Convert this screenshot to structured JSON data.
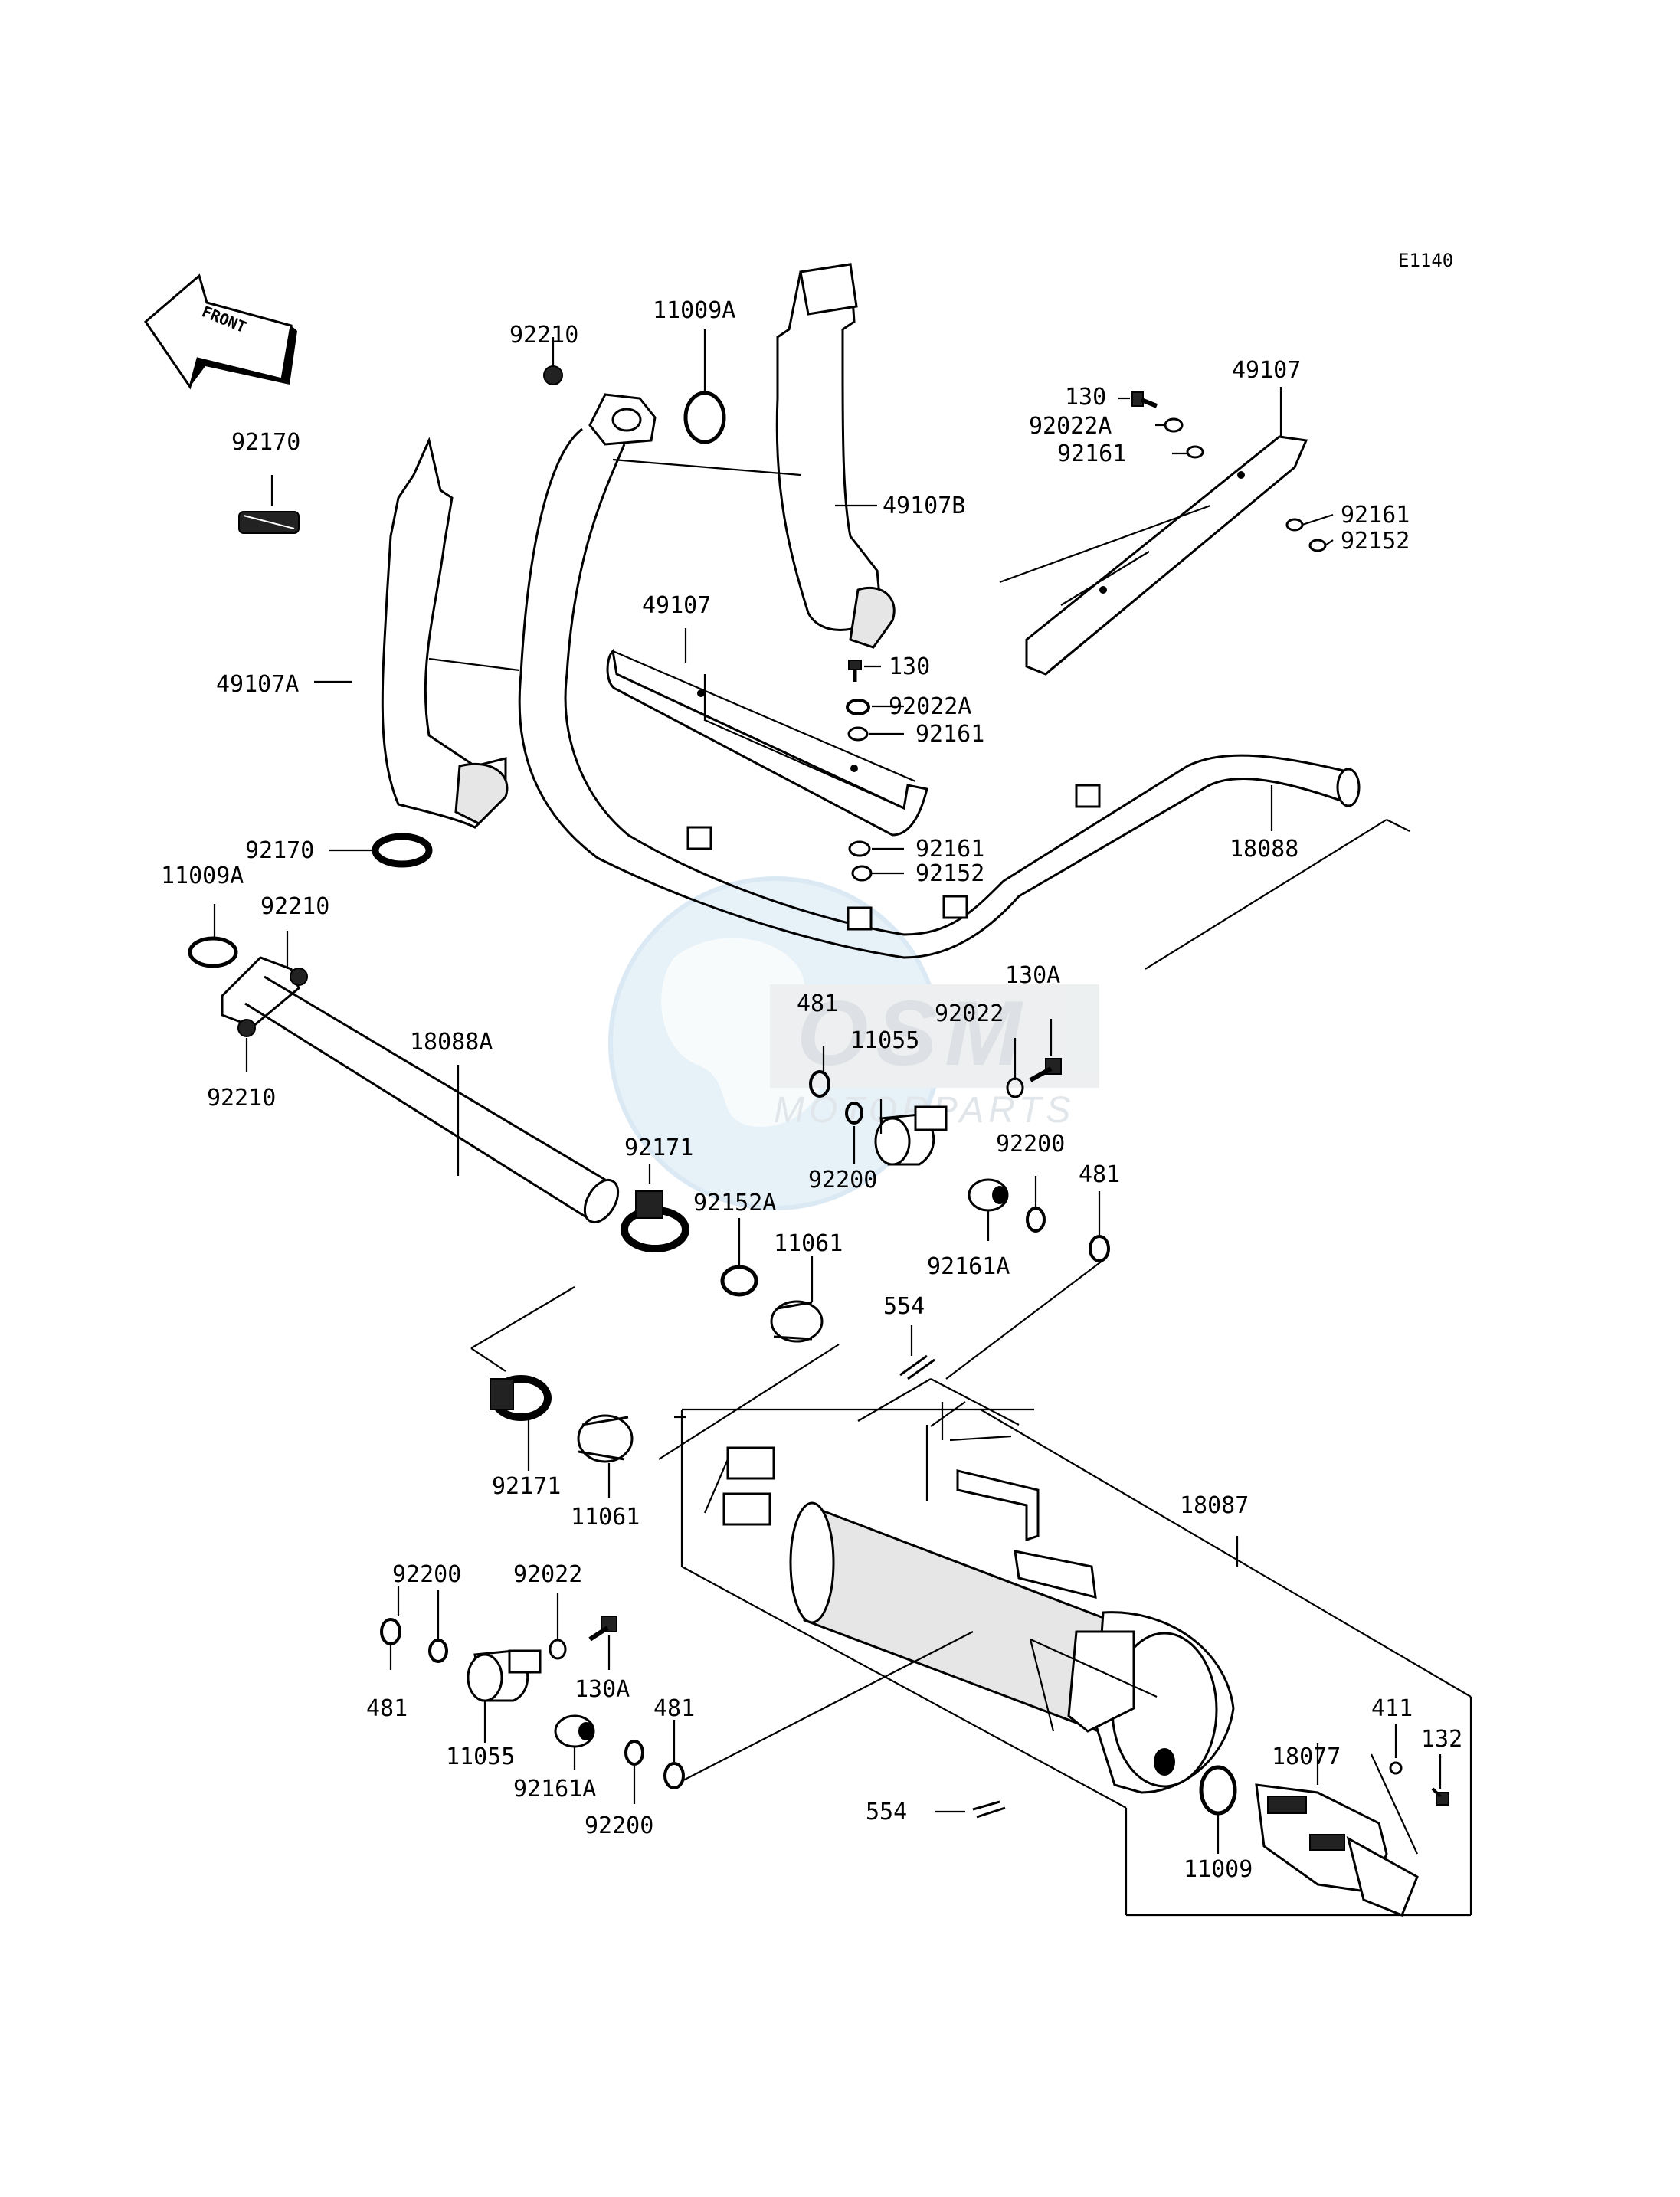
{
  "diagram_code": "E1140",
  "front_label": "FRONT",
  "watermark": {
    "brand": "OSM",
    "sub": "MOTORPARTS"
  },
  "labels": [
    {
      "id": "l01",
      "text": "92210"
    },
    {
      "id": "l02",
      "text": "11009A"
    },
    {
      "id": "l03",
      "text": "130"
    },
    {
      "id": "l04",
      "text": "49107"
    },
    {
      "id": "l05",
      "text": "92022A"
    },
    {
      "id": "l06",
      "text": "92161"
    },
    {
      "id": "l07",
      "text": "92170"
    },
    {
      "id": "l08",
      "text": "49107B"
    },
    {
      "id": "l09",
      "text": "92161"
    },
    {
      "id": "l10",
      "text": "92152"
    },
    {
      "id": "l11",
      "text": "49107"
    },
    {
      "id": "l12",
      "text": "130"
    },
    {
      "id": "l13",
      "text": "49107A"
    },
    {
      "id": "l14",
      "text": "92022A"
    },
    {
      "id": "l15",
      "text": "92161"
    },
    {
      "id": "l16",
      "text": "92170"
    },
    {
      "id": "l17",
      "text": "92161"
    },
    {
      "id": "l18",
      "text": "18088"
    },
    {
      "id": "l19",
      "text": "11009A"
    },
    {
      "id": "l20",
      "text": "92152"
    },
    {
      "id": "l21",
      "text": "92210"
    },
    {
      "id": "l22",
      "text": "130A"
    },
    {
      "id": "l23",
      "text": "481"
    },
    {
      "id": "l24",
      "text": "92022"
    },
    {
      "id": "l25",
      "text": "18088A"
    },
    {
      "id": "l26",
      "text": "11055"
    },
    {
      "id": "l27",
      "text": "92210"
    },
    {
      "id": "l28",
      "text": "92171"
    },
    {
      "id": "l29",
      "text": "92200"
    },
    {
      "id": "l30",
      "text": "481"
    },
    {
      "id": "l31",
      "text": "92200"
    },
    {
      "id": "l32",
      "text": "92152A"
    },
    {
      "id": "l33",
      "text": "11061"
    },
    {
      "id": "l34",
      "text": "92161A"
    },
    {
      "id": "l35",
      "text": "554"
    },
    {
      "id": "l36",
      "text": "92171"
    },
    {
      "id": "l37",
      "text": "18087"
    },
    {
      "id": "l38",
      "text": "11061"
    },
    {
      "id": "l39",
      "text": "92200"
    },
    {
      "id": "l40",
      "text": "92022"
    },
    {
      "id": "l41",
      "text": "130A"
    },
    {
      "id": "l42",
      "text": "481"
    },
    {
      "id": "l43",
      "text": "481"
    },
    {
      "id": "l44",
      "text": "411"
    },
    {
      "id": "l45",
      "text": "132"
    },
    {
      "id": "l46",
      "text": "11055"
    },
    {
      "id": "l47",
      "text": "18077"
    },
    {
      "id": "l48",
      "text": "92161A"
    },
    {
      "id": "l49",
      "text": "554"
    },
    {
      "id": "l50",
      "text": "92200"
    },
    {
      "id": "l51",
      "text": "11009"
    }
  ]
}
